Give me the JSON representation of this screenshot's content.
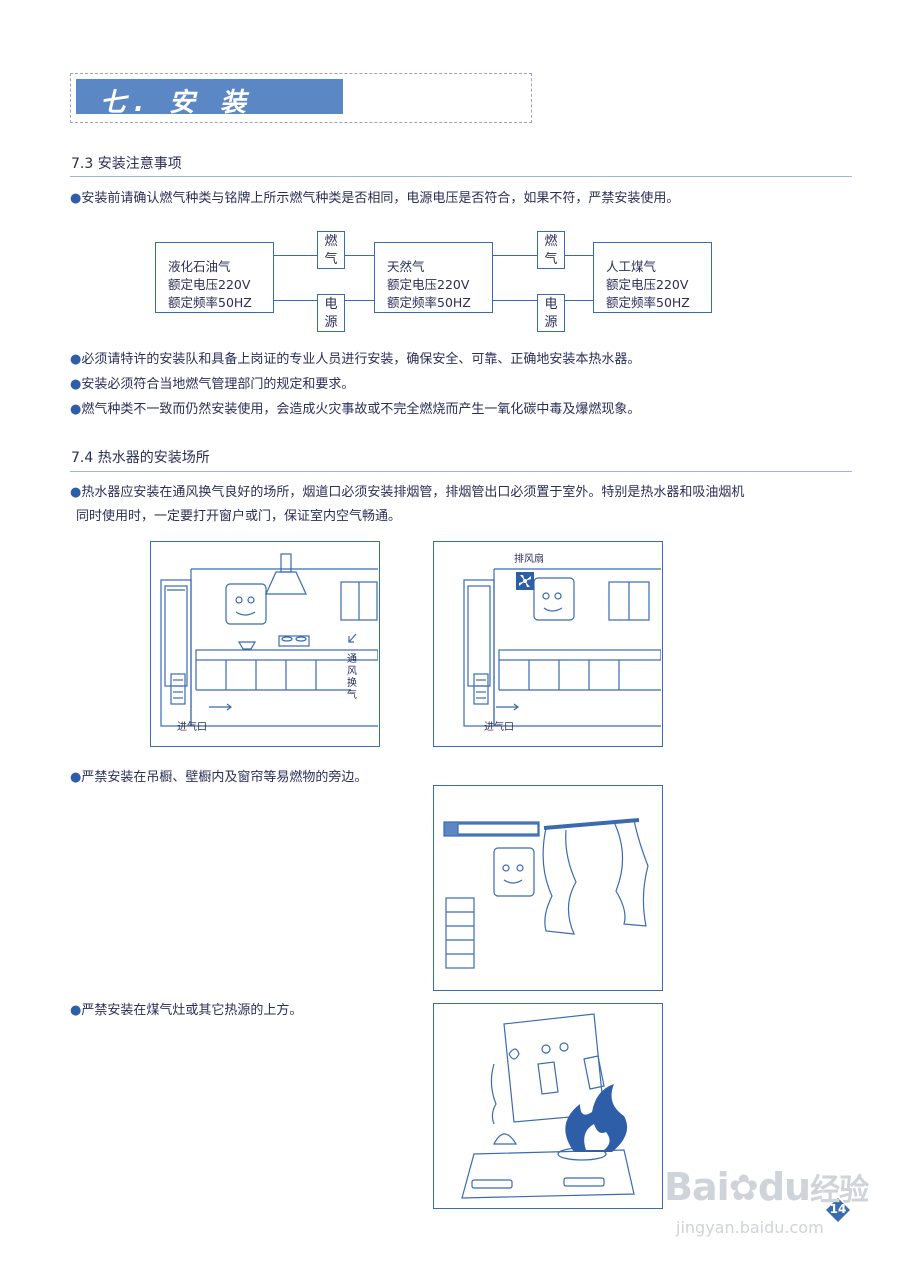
{
  "header": {
    "title": "七. 安 装"
  },
  "section73": {
    "title": "7.3  安装注意事项",
    "p1": "安装前请确认燃气种类与铭牌上所示燃气种类是否相同，电源电压是否符合，如果不符，严禁安装使用。",
    "boxes": [
      {
        "line1": "液化石油气",
        "line2": "额定电压220V",
        "line3": "额定频率50HZ"
      },
      {
        "line1": "天然气",
        "line2": "额定电压220V",
        "line3": "额定频率50HZ"
      },
      {
        "line1": "人工煤气",
        "line2": "额定电压220V",
        "line3": "额定频率50HZ"
      }
    ],
    "gas_label": {
      "c1": "燃",
      "c2": "气"
    },
    "power_label": {
      "c1": "电",
      "c2": "源"
    },
    "p2": "必须请特许的安装队和具备上岗证的专业人员进行安装，确保安全、可靠、正确地安装本热水器。",
    "p3": "安装必须符合当地燃气管理部门的规定和要求。",
    "p4": "燃气种类不一致而仍然安装使用，会造成火灾事故或不完全燃烧而产生一氧化碳中毒及爆燃现象。"
  },
  "section74": {
    "title": "7.4  热水器的安装场所",
    "p1a": "热水器应安装在通风换气良好的场所，烟道口必须安装排烟管，排烟管出口必须置于室外。特别是热水器和吸油烟机",
    "p1b": "同时使用时，一定要打开窗户或门，保证室内空气畅通。",
    "img1": {
      "vent1": "通",
      "vent2": "风",
      "vent3": "换",
      "vent4": "气",
      "inlet": "进气口"
    },
    "img2": {
      "fan": "排风扇",
      "inlet": "进气口"
    },
    "p2": "严禁安装在吊橱、壁橱内及窗帘等易燃物的旁边。",
    "p3": "严禁安装在煤气灶或其它热源的上方。"
  },
  "footer": {
    "page_number": "14",
    "watermark_brand": "Bai",
    "watermark_du": "du",
    "watermark_cn": "经验",
    "watermark_url": "jingyan.baidu.com"
  },
  "colors": {
    "accent": "#5b88c4",
    "line": "#3a6bb0",
    "text": "#2a2f57"
  }
}
